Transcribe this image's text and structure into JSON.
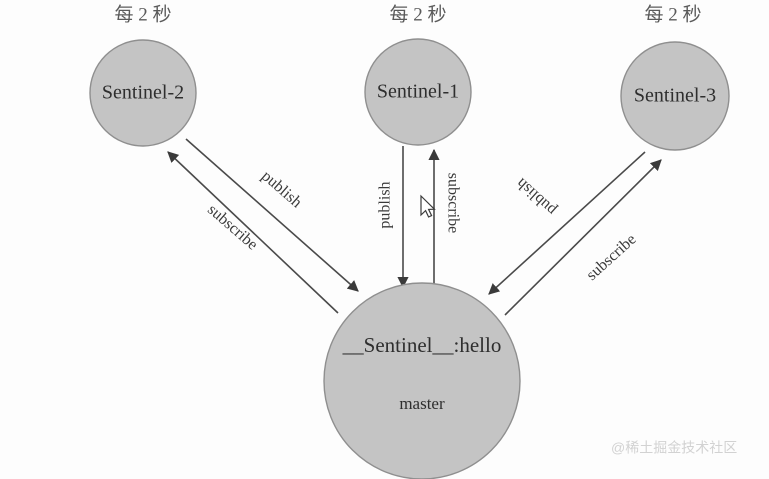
{
  "diagram": {
    "title": "Redis Sentinel publish/subscribe topology",
    "background_color": "#fdfdfd",
    "node_fill_color": "#c4c4c4",
    "node_stroke_color": "#8f8f8f",
    "edge_color": "#4a4a4a",
    "watermark_color": "#d2d2d2"
  },
  "nodes": {
    "sentinel2": {
      "label": "Sentinel-2",
      "interval_label": "每 2 秒"
    },
    "sentinel1": {
      "label": "Sentinel-1",
      "interval_label": "每 2 秒"
    },
    "sentinel3": {
      "label": "Sentinel-3",
      "interval_label": "每 2 秒"
    },
    "channel": {
      "primary_label": "__Sentinel__:hello",
      "secondary_label": "master"
    }
  },
  "edges": {
    "left_publish": {
      "label": "publish"
    },
    "left_subscribe": {
      "label": "subscribe"
    },
    "center_publish": {
      "label": "publish"
    },
    "center_subscribe": {
      "label": "subscribe"
    },
    "right_publish": {
      "label": "publish"
    },
    "right_subscribe": {
      "label": "subscribe"
    }
  },
  "watermark": {
    "text": "@稀土掘金技术社区"
  }
}
